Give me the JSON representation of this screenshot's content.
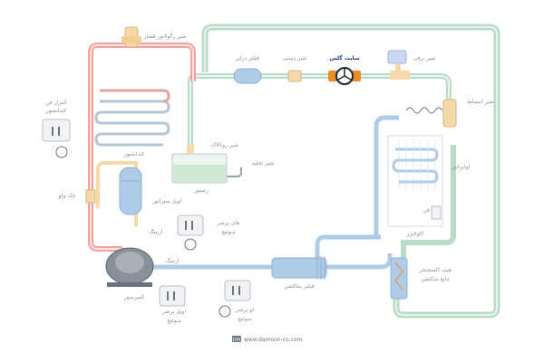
{
  "colors": {
    "pipe_hot": "#f2a3a0",
    "pipe_warm": "#f6d9a8",
    "pipe_liquid": "#aecbe8",
    "pipe_suction": "#b8dcc8",
    "accent": "#f08a24",
    "dark_text": "#1f3f8f"
  },
  "labels": {
    "filter_drier_valve": "شیر رگولاتور فشار",
    "condenser_control": "کنترل فن",
    "condenser_control_2": "کندانسور",
    "condenser": "کندانسور",
    "receiver_valve": "شیر روتالاک",
    "receiver": "رسیور",
    "service_valve": "شیر تخلیه",
    "check_valve": "چک ولو",
    "oil_separator": "اویل سپراتور",
    "oil_heater": "ارتینگ",
    "compressor": "کمپرسور",
    "hp_switch_1": "های پرشر",
    "hp_switch_2": "سوئیچ",
    "oil_pressure_1": "اویل پرشر",
    "oil_pressure_2": "سوئیچ",
    "lp_switch_1": "لو پرشر",
    "lp_switch_2": "سوئیچ",
    "access_valve": "ارتینگ",
    "suction_filter": "فیلتر ساکشن",
    "heat_exchanger_1": "هیت اکسچنجر",
    "heat_exchanger_2": "مایع ساکشن",
    "filter_drier": "فیلتر درایر",
    "hand_valve": "شیر دستی",
    "sight_glass": "سایت گلس",
    "solenoid_valve": "شیر برقی",
    "expansion_valve": "شیر انبساط",
    "evaporator": "اواپراتور",
    "fan": "فن",
    "evaporator_box": "اکولایزر"
  },
  "footer": {
    "logo": "DM",
    "url": "www.damoon-co.com"
  }
}
